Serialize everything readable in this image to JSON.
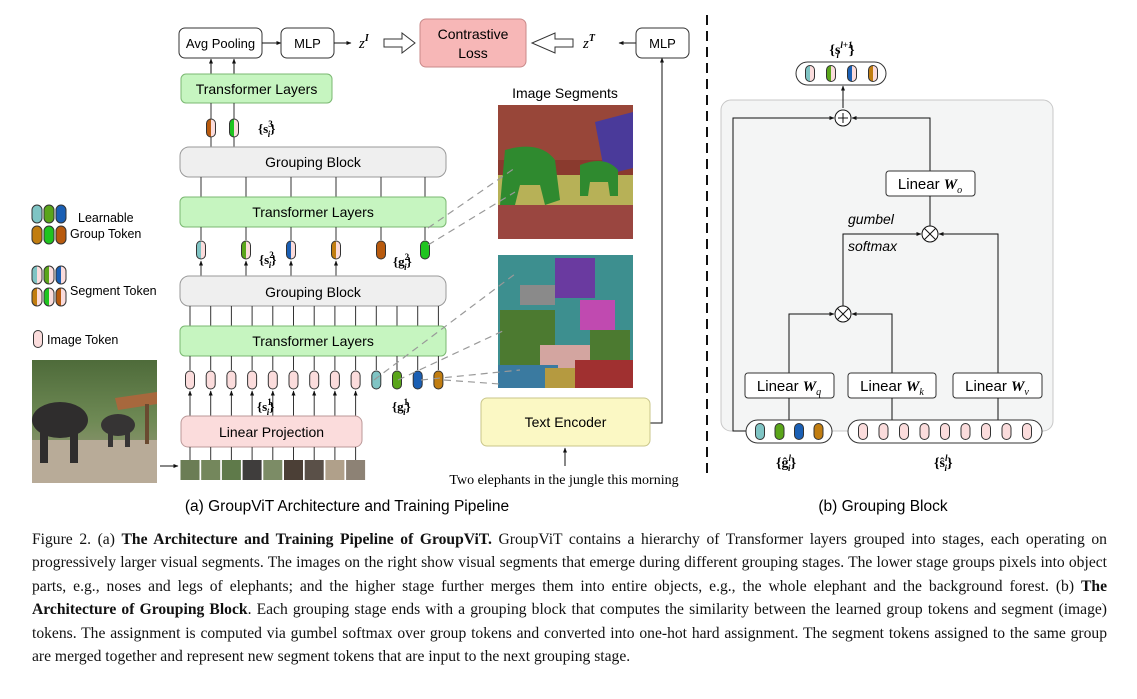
{
  "panel_a": {
    "avg_pooling": "Avg Pooling",
    "mlp_image": "MLP",
    "z_image": "z",
    "z_image_sup": "I",
    "contrastive_loss_line1": "Contrastive",
    "contrastive_loss_line2": "Loss",
    "z_text": "z",
    "z_text_sup": "T",
    "mlp_text": "MLP",
    "transformer_top": "Transformer Layers",
    "s3_label": "{s",
    "s3_sup": "3",
    "s3_sub": "i",
    "grouping_block_2": "Grouping Block",
    "transformer_mid": "Transformer Layers",
    "s2_sup": "2",
    "g2_sup": "2",
    "grouping_block_1": "Grouping Block",
    "transformer_bottom": "Transformer Layers",
    "s1_sup": "1",
    "g1_sup": "1",
    "linear_projection": "Linear Projection",
    "image_segments_title": "Image Segments",
    "text_encoder": "Text Encoder",
    "text_input": "Two elephants in the jungle this morning",
    "subcaption": "(a) GroupViT Architecture and Training Pipeline"
  },
  "legend": {
    "learnable_line1": "Learnable",
    "learnable_line2": "Group Token",
    "segment_token": "Segment Token",
    "image_token": "Image Token"
  },
  "panel_b": {
    "s_out_sup": "l+1",
    "linear_wo": "Linear ",
    "wo_sym": "W",
    "wo_sub": "o",
    "gumbel": "gumbel",
    "softmax": "softmax",
    "linear_wq": "Linear ",
    "wq_sub": "q",
    "linear_wk": "Linear ",
    "wk_sub": "k",
    "linear_wv": "Linear ",
    "wv_sub": "v",
    "g_hat_sup": "l",
    "s_hat_sup": "l",
    "subcaption": "(b) Grouping Block"
  },
  "colors": {
    "group_teal": "#7fc4c4",
    "group_green": "#5aa51a",
    "group_blue": "#1a5fb4",
    "group_orange": "#c17d10",
    "group_rust": "#b85a0e",
    "group_bright_green": "#1fc41f",
    "image_token": "#fbdcdc",
    "transformer_fill": "#c6f5c0",
    "grouping_fill": "#efefef",
    "linear_proj_fill": "#fbdcdc",
    "contrastive_fill": "#f7b7b7",
    "text_encoder_fill": "#fbf8c4",
    "panel_b_bg": "#f4f5f5"
  },
  "caption": {
    "fig_label": "Figure 2. (a) ",
    "bold_a": "The Architecture and Training Pipeline of GroupViT.",
    "text_a": " GroupViT contains a hierarchy of Transformer layers grouped into stages, each operating on progressively larger visual segments. The images on the right show visual segments that emerge during different grouping stages. The lower stage groups pixels into object parts, e.g., noses and legs of elephants; and the higher stage further merges them into entire objects, e.g., the whole elephant and the background forest. (b) ",
    "bold_b": "The Architecture of Grouping Block",
    "text_b": ". Each grouping stage ends with a grouping block that computes the similarity between the learned group tokens and segment (image) tokens. The assignment is computed via gumbel softmax over group tokens and converted into one-hot hard assignment. The segment tokens assigned to the same group are merged together and represent new segment tokens that are input to the next grouping stage."
  }
}
